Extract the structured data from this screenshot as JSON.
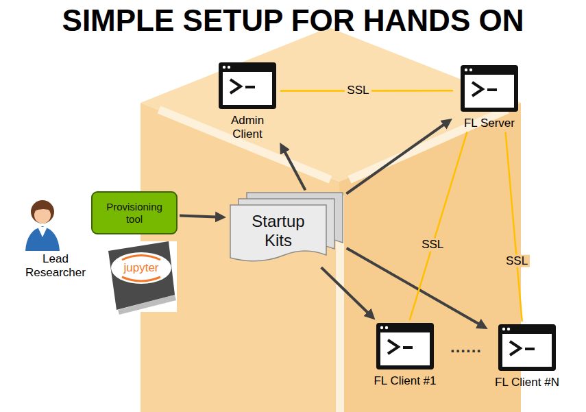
{
  "diagram": {
    "title": "SIMPLE SETUP FOR HANDS ON",
    "nodes": [
      {
        "text": [
          "Admin Client"
        ]
      },
      {
        "text": [
          "FL Server"
        ]
      },
      {
        "text": [
          "Provisioning tool"
        ]
      },
      {
        "text": [
          "Startup Kits"
        ]
      },
      {
        "text": [
          "FL Client #1"
        ]
      },
      {
        "text": [
          "FL Client #N"
        ]
      }
    ],
    "edges": [
      {
        "from": 0,
        "to": 1,
        "label": "SSL",
        "arrow": "none"
      },
      {
        "from": 2,
        "to": 3,
        "arrow": "to"
      },
      {
        "from": 3,
        "to": 0,
        "arrow": "to"
      },
      {
        "from": 3,
        "to": 1,
        "arrow": "to"
      },
      {
        "from": 3,
        "to": 4,
        "arrow": "to"
      },
      {
        "from": 3,
        "to": 5,
        "arrow": "to"
      },
      {
        "from": 1,
        "to": 4,
        "label": "SSL",
        "arrow": "none"
      },
      {
        "from": 1,
        "to": 5,
        "label": "SSL",
        "arrow": "none"
      }
    ],
    "labels": [
      "Lead Researcher",
      "jupyter",
      "......"
    ]
  }
}
